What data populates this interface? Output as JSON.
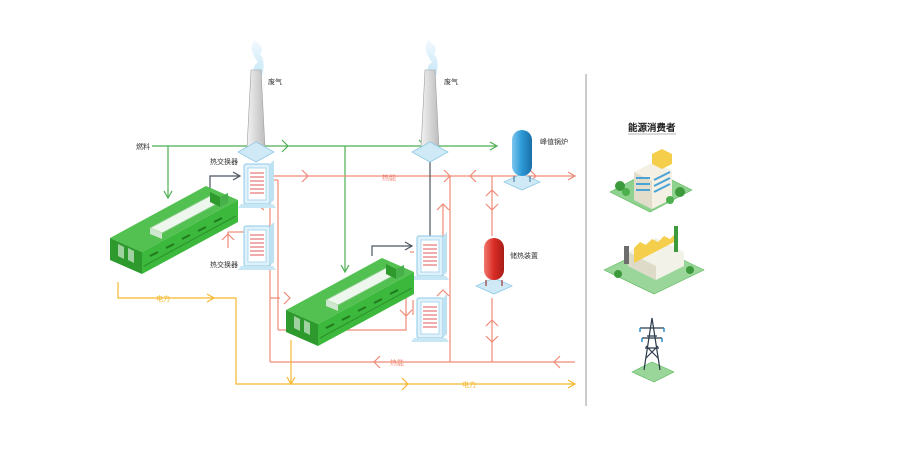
{
  "labels": {
    "fuel": "燃料",
    "exhaust_1": "废气",
    "exhaust_2": "废气",
    "heat_exchanger_1": "热交换器",
    "heat_exchanger_2": "热交换器",
    "heat_top": "热能",
    "heat_bottom": "热能",
    "power_1": "电力",
    "power_2": "电力",
    "peak_boiler": "峰值锅炉",
    "heat_storage": "储热装置",
    "consumers_title": "能源消费者"
  },
  "colors": {
    "fuel_line": "#4caf50",
    "heat_line": "#f08a78",
    "power_line": "#f5b82e",
    "exhaust_line": "#4a5560",
    "engine_green": "#3cb83c",
    "boiler_blue": "#1e88c8",
    "storage_red": "#d92b25",
    "divider": "#9a9a9a"
  },
  "icons": {
    "chimneys": "chimney-icon",
    "engines": "gas-engine-icon",
    "exchangers": "heat-exchanger-icon",
    "boiler": "peak-boiler-tank-icon",
    "storage": "heat-storage-tank-icon",
    "building": "office-building-icon",
    "factory": "factory-icon",
    "pylon": "power-pylon-icon"
  }
}
